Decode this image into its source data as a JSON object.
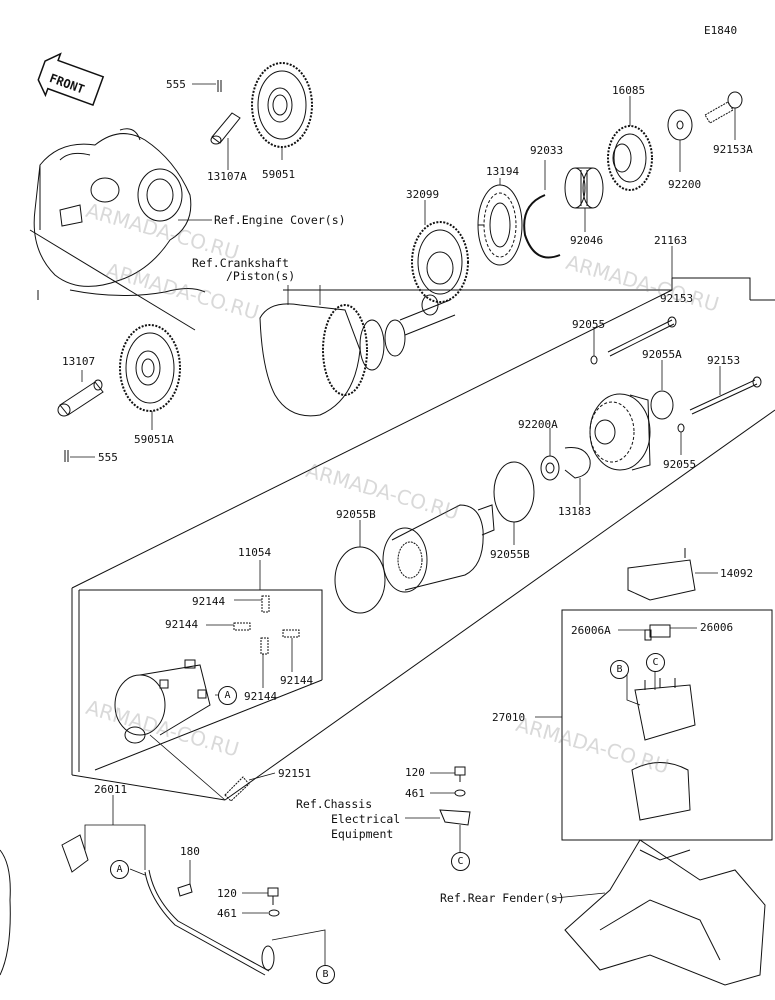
{
  "diagram": {
    "code": "E1840",
    "front_badge": "FRONT",
    "watermark": "ARMADA-CO.RU",
    "parts": {
      "p555a": "555",
      "p59051": "59051",
      "p13107A": "13107A",
      "p16085": "16085",
      "p92153A": "92153A",
      "p92200": "92200",
      "p92033": "92033",
      "p13194": "13194",
      "p32099": "32099",
      "p92046": "92046",
      "p21163": "21163",
      "p92153a": "92153",
      "p92055a": "92055",
      "p92055A": "92055A",
      "p92153b": "92153",
      "p92200A": "92200A",
      "p92055b": "92055",
      "p13183": "13183",
      "p13107": "13107",
      "p59051A": "59051A",
      "p555b": "555",
      "p92055Ba": "92055B",
      "p92055Bb": "92055B",
      "p14092": "14092",
      "p11054": "11054",
      "p92144a": "92144",
      "p92144b": "92144",
      "p92144c": "92144",
      "p92144d": "92144",
      "p92151": "92151",
      "p26006A": "26006A",
      "p26006": "26006",
      "p27010": "27010",
      "p120a": "120",
      "p461a": "461",
      "p26011": "26011",
      "p180": "180",
      "p120b": "120",
      "p461b": "461"
    },
    "refs": {
      "engine_cover": "Ref.Engine Cover(s)",
      "crank_l1": "Ref.Crankshaft",
      "crank_l2": "/Piston(s)",
      "chassis_l1": "Ref.Chassis",
      "chassis_l2": "Electrical",
      "chassis_l3": "Equipment",
      "rear_fender": "Ref.Rear Fender(s)"
    },
    "callouts": {
      "A": "A",
      "B": "B",
      "C": "C"
    }
  }
}
